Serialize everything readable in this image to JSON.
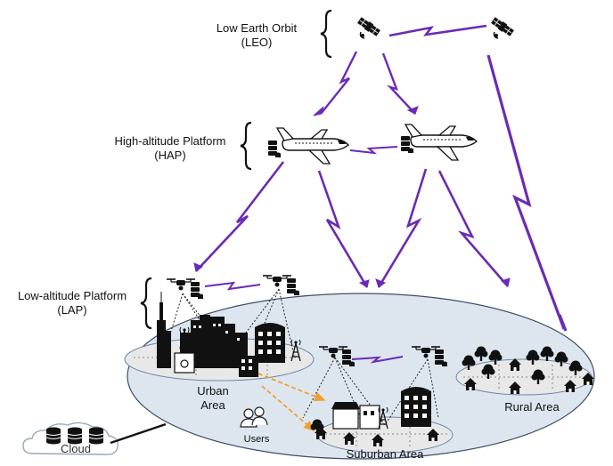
{
  "tiers": {
    "leo": {
      "line1": "Low Earth Orbit",
      "line2": "(LEO)"
    },
    "hap": {
      "line1": "High-altitude Platform",
      "line2": "(HAP)"
    },
    "lap": {
      "line1": "Low-altitude Platform",
      "line2": "(LAP)"
    }
  },
  "areas": {
    "urban": {
      "line1": "Urban",
      "line2": "Area"
    },
    "suburban": "Suburban Area",
    "rural": "Rural Area"
  },
  "users_label": "Users",
  "cloud_label": "Cloud",
  "colors": {
    "link": "#6a2bb5",
    "dashed_link": "#f0a030",
    "ground_fill": "#dde6ef",
    "ground_stroke": "#3c4e66",
    "icon": "#111111"
  }
}
